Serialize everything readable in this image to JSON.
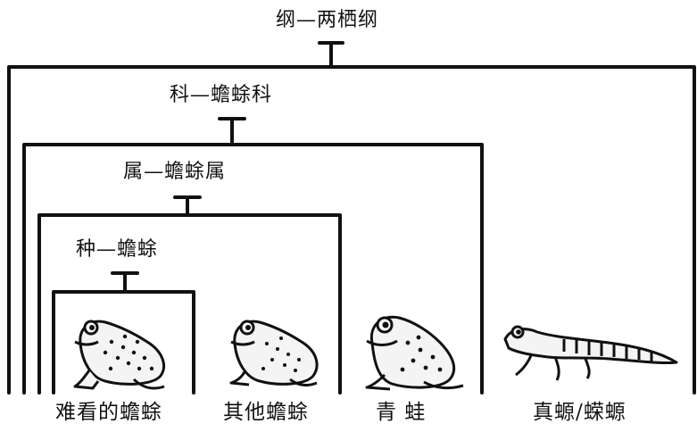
{
  "hierarchy": {
    "class_label": "纲—两栖纲",
    "family_label": "科—蟾蜍科",
    "genus_label": "属—蟾蜍属",
    "species_label": "种—蟾蜍"
  },
  "animals": [
    {
      "label": "难看的蟾蜍",
      "icon": "ugly-toad-icon"
    },
    {
      "label": "其他蟾蜍",
      "icon": "other-toad-icon"
    },
    {
      "label": "青 蛙",
      "icon": "frog-icon"
    },
    {
      "label": "真螈/蝾螈",
      "icon": "salamander-newt-icon"
    }
  ],
  "colors": {
    "line": "#111111",
    "background": "#ffffff",
    "animal_fill": "#f4f4f4"
  }
}
